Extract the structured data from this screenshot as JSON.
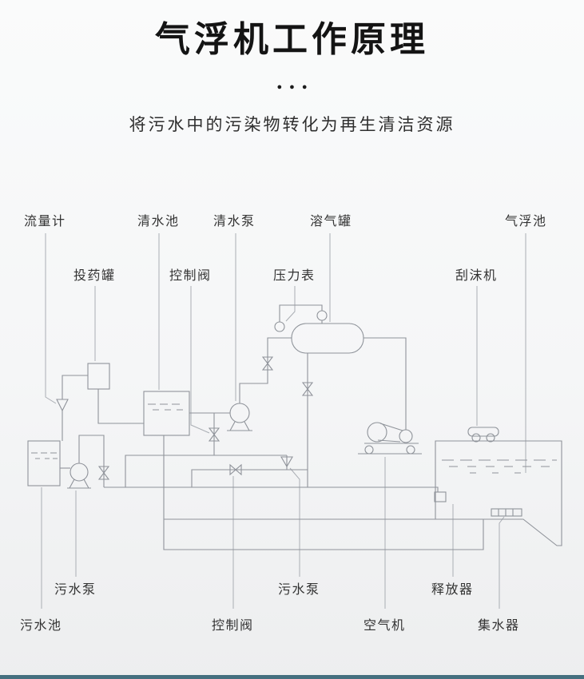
{
  "header": {
    "title": "气浮机工作原理",
    "dots": "●●●",
    "subtitle": "将污水中的污染物转化为再生清洁资源"
  },
  "diagram": {
    "labels": {
      "flow_meter": "流量计",
      "clean_water_tank": "清水池",
      "clean_water_pump": "清水泵",
      "dissolved_air_tank": "溶气罐",
      "air_flotation_tank": "气浮池",
      "dosing_tank": "投药罐",
      "control_valve_top": "控制阀",
      "pressure_gauge": "压力表",
      "foam_scraper": "刮沫机",
      "sewage_pump_left": "污水泵",
      "sewage_tank": "污水池",
      "control_valve_bottom": "控制阀",
      "sewage_pump_mid": "污水泵",
      "air_compressor": "空气机",
      "releaser": "释放器",
      "water_collector": "集水器"
    }
  },
  "colors": {
    "pipe": "#8f939a",
    "leader": "#aaaeb4",
    "title": "#141414",
    "accent_bar": "#45707f",
    "background": "#f5f6f7"
  }
}
